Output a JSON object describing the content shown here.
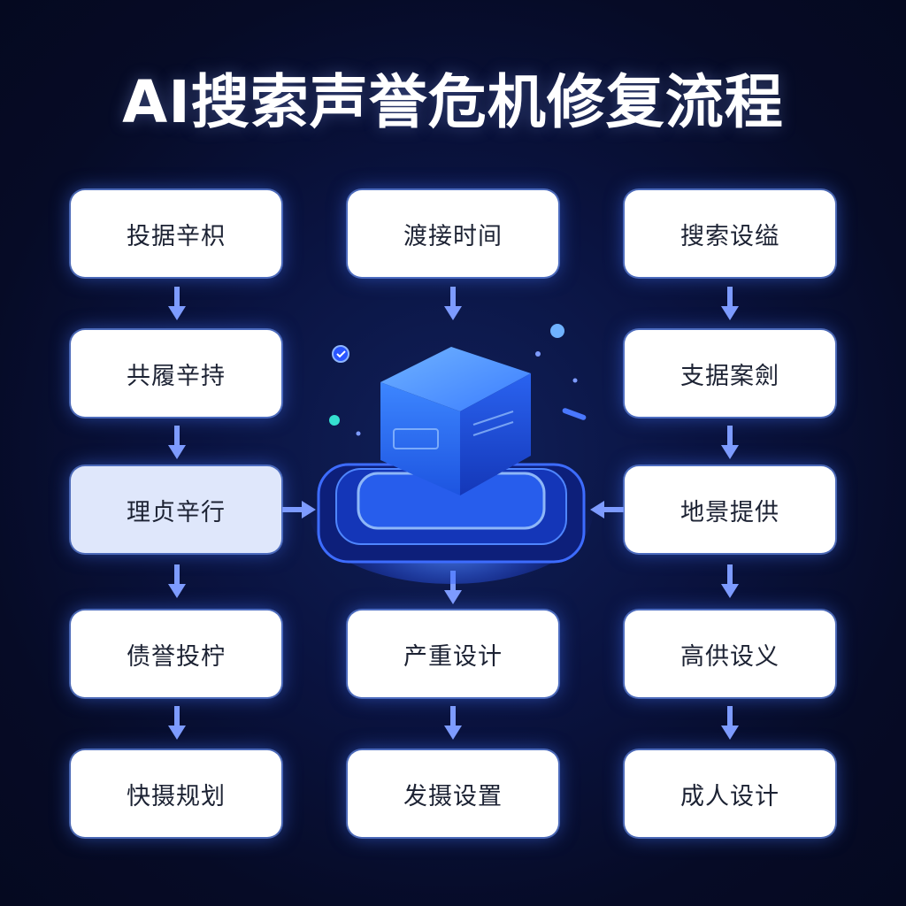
{
  "title": "AI搜索声誉危机修复流程",
  "columns": [
    {
      "nodes": [
        "投据辛枳",
        "共履辛持",
        "理贞辛行",
        "债誉投柠",
        "快摄规划"
      ]
    },
    {
      "nodes": [
        "渡接时间",
        "产重设计",
        "发摄设置"
      ]
    },
    {
      "nodes": [
        "搜索设缢",
        "支据案劍",
        "地景提供",
        "高供设义",
        "成人设计"
      ]
    }
  ],
  "highlighted_node": "理贞辛行",
  "center_hub": {
    "icon": "cube-platform-icon"
  },
  "colors": {
    "background": "#0a1340",
    "node_fill": "#ffffff",
    "node_highlight_fill": "#dfe7fb",
    "node_glow": "#4a78ff",
    "arrow": "#7d9bff",
    "cube": "#2f6bff",
    "text": "#1c2233"
  }
}
